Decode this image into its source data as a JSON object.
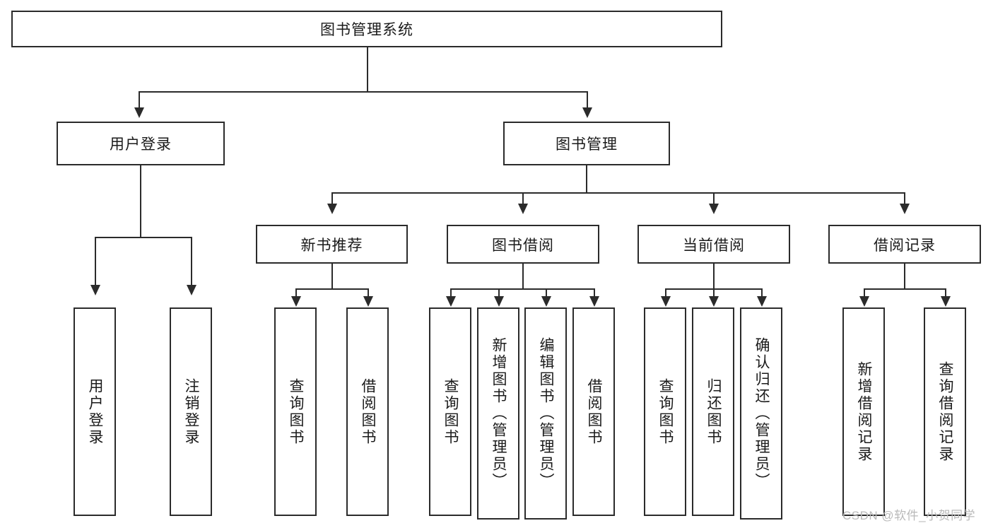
{
  "diagram": {
    "type": "tree-hierarchy-chart",
    "title": "图书管理系统",
    "root": {
      "label": "图书管理系统",
      "children": [
        {
          "label": "用户登录",
          "children": [
            {
              "label": "用户登录"
            },
            {
              "label": "注销登录"
            }
          ]
        },
        {
          "label": "图书管理",
          "children": [
            {
              "label": "新书推荐",
              "children": [
                {
                  "label": "查询图书"
                },
                {
                  "label": "借阅图书"
                }
              ]
            },
            {
              "label": "图书借阅",
              "children": [
                {
                  "label": "查询图书"
                },
                {
                  "label": "新增图书（管理员）"
                },
                {
                  "label": "编辑图书（管理员）"
                },
                {
                  "label": "借阅图书"
                }
              ]
            },
            {
              "label": "当前借阅",
              "children": [
                {
                  "label": "查询图书"
                },
                {
                  "label": "归还图书"
                },
                {
                  "label": "确认归还（管理员）"
                }
              ]
            },
            {
              "label": "借阅记录",
              "children": [
                {
                  "label": "新增借阅记录"
                },
                {
                  "label": "查询借阅记录"
                }
              ]
            }
          ]
        }
      ]
    }
  },
  "nodes": {
    "root": "图书管理系统",
    "user_login": "用户登录",
    "book_manage": "图书管理",
    "new_book_rec": "新书推荐",
    "book_borrow": "图书借阅",
    "current_borrow": "当前借阅",
    "borrow_record": "借阅记录",
    "leaf_user_login": "用户登录",
    "leaf_logout": "注销登录",
    "leaf_query_book_1": "查询图书",
    "leaf_borrow_book_1": "借阅图书",
    "leaf_query_book_2": "查询图书",
    "leaf_add_book_admin": "新增图书（管理员）",
    "leaf_edit_book_admin": "编辑图书（管理员）",
    "leaf_borrow_book_2": "借阅图书",
    "leaf_query_book_3": "查询图书",
    "leaf_return_book": "归还图书",
    "leaf_confirm_return_admin": "确认归还（管理员）",
    "leaf_add_record": "新增借阅记录",
    "leaf_query_record": "查询借阅记录"
  },
  "watermark": {
    "text": "CSDN @软件_小贺同学"
  },
  "colors": {
    "stroke": "#2b2b2b",
    "background": "#ffffff",
    "text": "#1a1a1a",
    "watermark": "#b9b9b9"
  }
}
